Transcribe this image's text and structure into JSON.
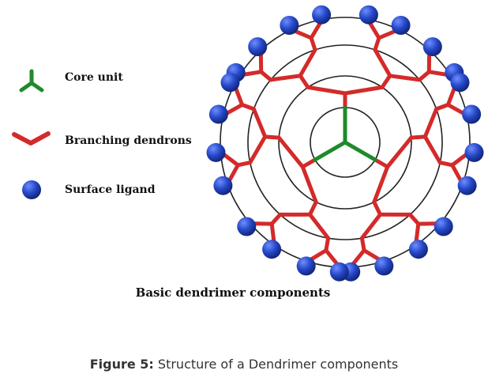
{
  "legend": {
    "core": "Core unit",
    "branch": "Branching dendrons",
    "surface": "Surface ligand"
  },
  "subtitle": "Basic dendrimer components",
  "caption": {
    "label": "Figure 5:",
    "text": " Structure of a Dendrimer components"
  },
  "colors": {
    "core": "#1e8a2a",
    "branch": "#d42a2a",
    "ligand": "#2548c8",
    "ring": "#222222"
  }
}
